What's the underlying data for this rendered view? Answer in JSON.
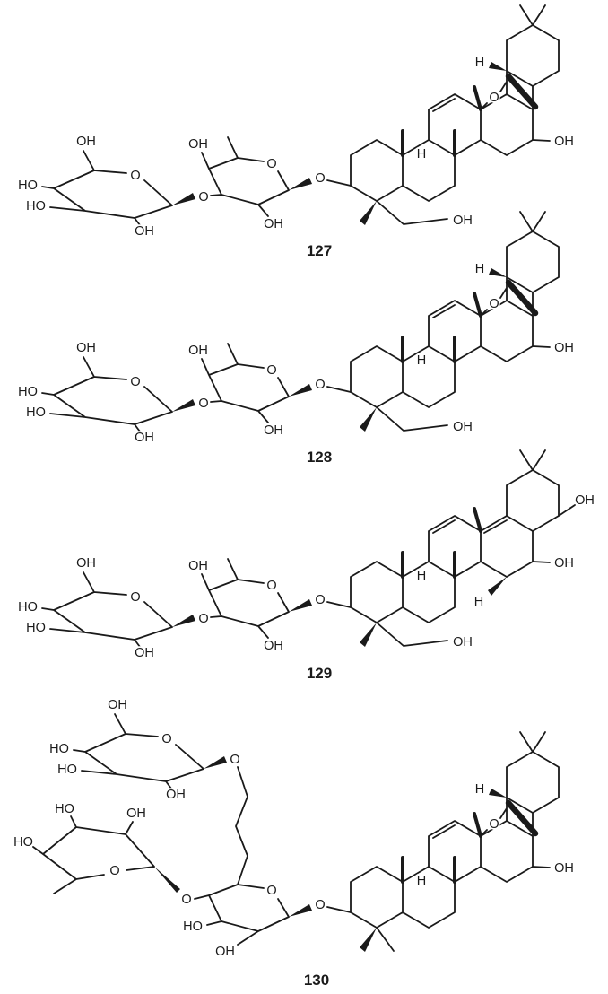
{
  "figure": {
    "compounds": [
      {
        "number": "127"
      },
      {
        "number": "128"
      },
      {
        "number": "129"
      },
      {
        "number": "130"
      }
    ]
  },
  "labels": {
    "oh": "OH",
    "ho": "HO",
    "o": "O",
    "h": "H"
  }
}
